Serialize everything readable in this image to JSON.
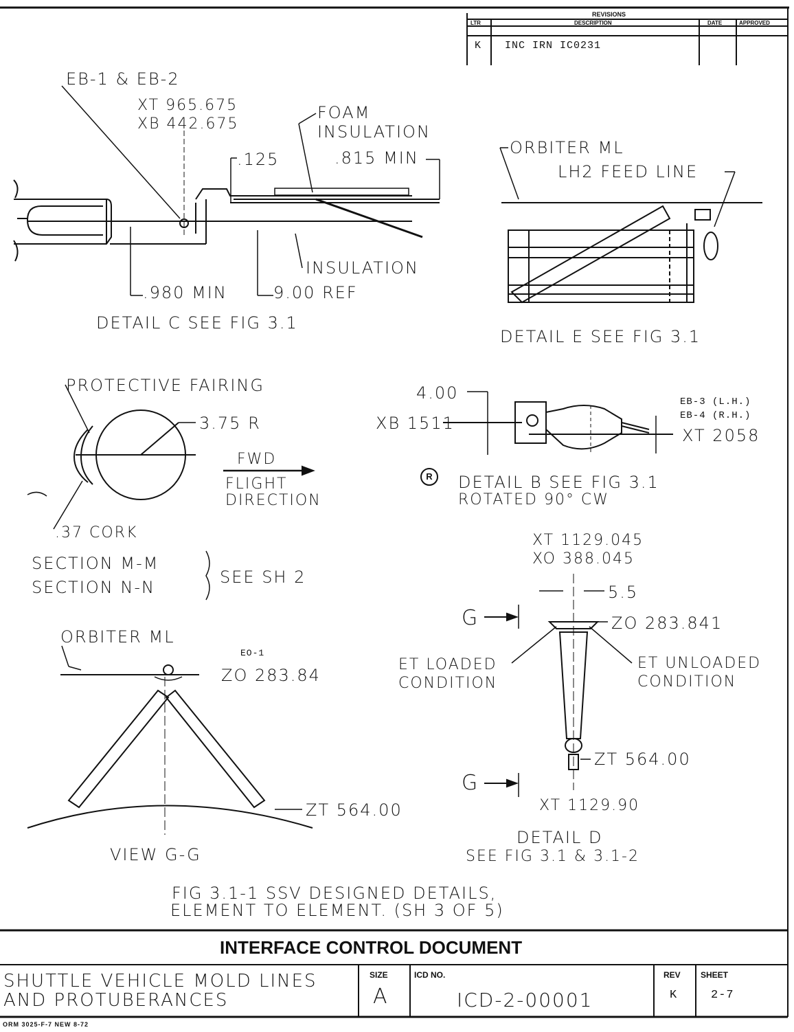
{
  "revisions": {
    "title": "REVISIONS",
    "headers": [
      "LTR",
      "DESCRIPTION",
      "DATE",
      "APPROVED"
    ],
    "rows": [
      {
        "ltr": "K",
        "description": "INC IRN IC0231",
        "date": "",
        "approved": ""
      }
    ]
  },
  "detail_c": {
    "callout_eb": "EB-1 & EB-2",
    "xt": "XT 965.675",
    "xb": "XB 442.675",
    "foam_line1": "FOAM",
    "foam_line2": "INSULATION",
    "dim_125": ".125",
    "dim_815": ".815 MIN",
    "insulation": "INSULATION",
    "dim_980": ".980 MIN",
    "dim_900": "9.00 REF",
    "caption": "DETAIL C SEE FIG 3.1"
  },
  "detail_e": {
    "orbiter": "ORBITER ML",
    "lh2": "LH2 FEED LINE",
    "caption": "DETAIL E SEE FIG 3.1"
  },
  "section_mn": {
    "fairing": "PROTECTIVE FAIRING",
    "radius": "3.75 R",
    "fwd": "FWD",
    "flight1": "FLIGHT",
    "flight2": "DIRECTION",
    "cork": ".37 CORK",
    "sec_m": "SECTION M-M",
    "sec_n": "SECTION N-N",
    "see": "SEE SH 2"
  },
  "detail_b": {
    "dim_400": "4.00",
    "xb": "XB 1511",
    "eb3": "EB-3 (L.H.)",
    "eb4": "EB-4 (R.H.)",
    "xt": "XT 2058",
    "rev_mark": "R",
    "caption1": "DETAIL B SEE FIG 3.1",
    "caption2": "ROTATED 90° CW"
  },
  "view_gg": {
    "orbiter": "ORBITER ML",
    "eo": "EO-1",
    "zo": "ZO 283.84",
    "zt": "ZT 564.00",
    "caption": "VIEW G-G"
  },
  "detail_d": {
    "xt": "XT 1129.045",
    "xo": "XO 388.045",
    "dim_55": "5.5",
    "g_top": "G",
    "zo": "ZO 283.841",
    "loaded1": "ET LOADED",
    "loaded2": "CONDITION",
    "unloaded1": "ET UNLOADED",
    "unloaded2": "CONDITION",
    "zt": "ZT 564.00",
    "g_bottom": "G",
    "xt_bottom": "XT 1129.90",
    "caption1": "DETAIL D",
    "caption2": "SEE FIG 3.1 & 3.1-2"
  },
  "figure_caption": {
    "line1": "FIG 3.1-1 SSV DESIGNED DETAILS,",
    "line2": "ELEMENT TO ELEMENT. (SH 3 OF 5)"
  },
  "title_block": {
    "header": "INTERFACE CONTROL DOCUMENT",
    "title1": "SHUTTLE VEHICLE MOLD LINES",
    "title2": "AND PROTUBERANCES",
    "size_label": "SIZE",
    "size_value": "A",
    "icd_label": "ICD NO.",
    "icd_value": "ICD-2-00001",
    "rev_label": "REV",
    "rev_value": "K",
    "sheet_label": "SHEET",
    "sheet_value": "2-7"
  },
  "form_number": "ORM 3025-F-7 NEW 8-72"
}
